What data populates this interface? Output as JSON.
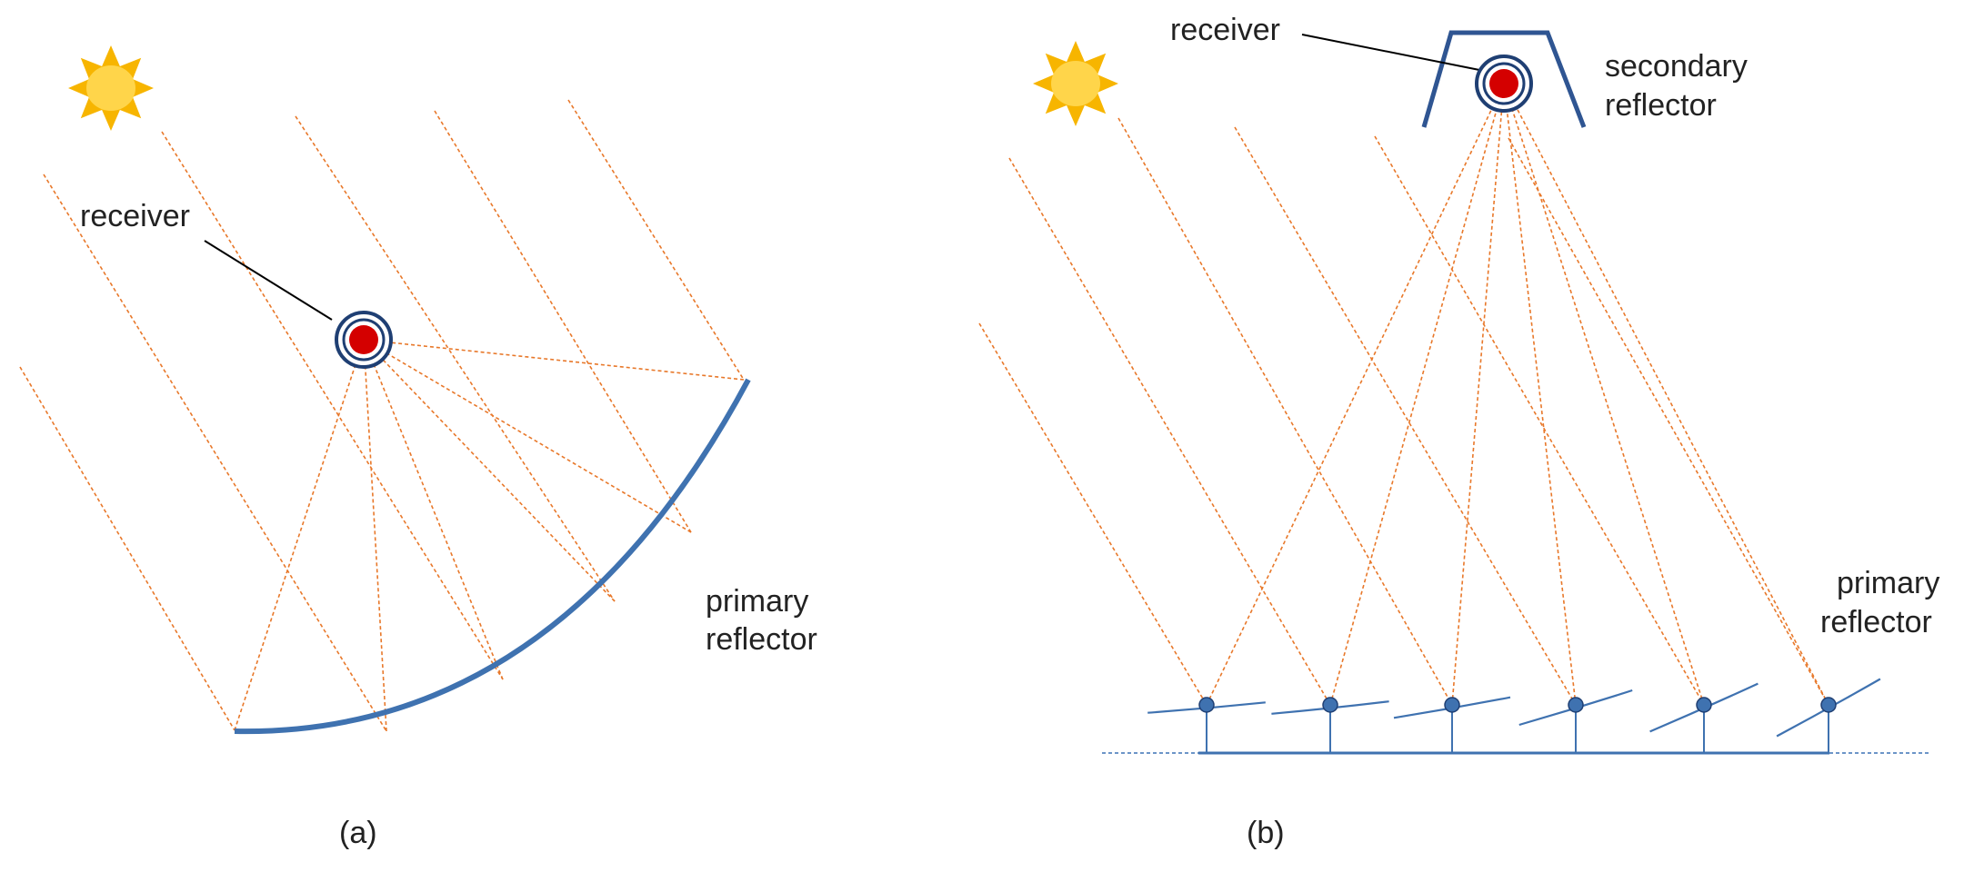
{
  "colors": {
    "ray": "#E8782A",
    "reflector": "#3F72B0",
    "receiver_core": "#D40000",
    "receiver_ring": "#1F3F73",
    "sun_core": "#FFD54A",
    "sun_rays": "#F7B500",
    "leader": "#000000",
    "text": "#222222"
  },
  "panel_a": {
    "caption": "(a)",
    "labels": {
      "receiver": "receiver",
      "primary_line1": "primary",
      "primary_line2": "reflector"
    },
    "icons": {
      "sun": "sun-icon",
      "receiver": "receiver-tube-icon"
    }
  },
  "panel_b": {
    "caption": "(b)",
    "labels": {
      "receiver": "receiver",
      "secondary_line1": "secondary",
      "secondary_line2": "reflector",
      "primary_line1": "primary",
      "primary_line2": "reflector"
    },
    "icons": {
      "sun": "sun-icon",
      "receiver": "receiver-tube-icon"
    }
  }
}
